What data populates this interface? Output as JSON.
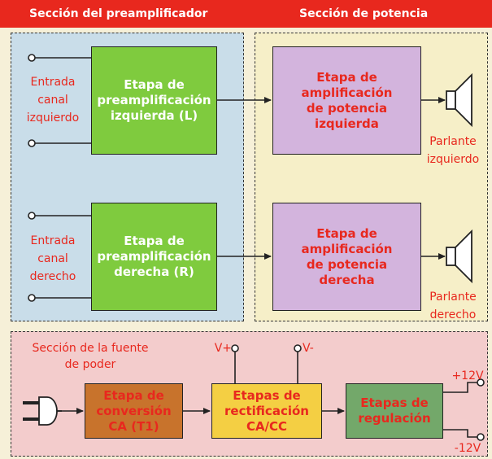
{
  "sections": {
    "preamp_title": "Sección del preamplificador",
    "power_title": "Sección de potencia",
    "psu_title_line1": "Sección de la fuente",
    "psu_title_line2": "de poder"
  },
  "inputs": {
    "left": [
      "Entrada",
      "canal",
      "izquierdo"
    ],
    "right": [
      "Entrada",
      "canal",
      "derecho"
    ]
  },
  "blocks": {
    "preamp_left": [
      "Etapa de",
      "preamplificación",
      "izquierda (L)"
    ],
    "preamp_right": [
      "Etapa de",
      "preamplificación",
      "derecha (R)"
    ],
    "power_left": [
      "Etapa de",
      "amplificación",
      "de potencia",
      "izquierda"
    ],
    "power_right": [
      "Etapa de",
      "amplificación",
      "de potencia",
      "derecha"
    ],
    "conversion": [
      "Etapa de",
      "conversión",
      "CA (T1)"
    ],
    "rectification": [
      "Etapas de",
      "rectificación",
      "CA/CC"
    ],
    "regulation": [
      "Etapas de",
      "regulación"
    ]
  },
  "speakers": {
    "left": [
      "Parlante",
      "izquierdo"
    ],
    "right": [
      "Parlante",
      "derecho"
    ]
  },
  "rails": {
    "v_plus": "V+",
    "v_minus": "V-",
    "out_plus": "+12V",
    "out_minus": "-12V"
  },
  "colors": {
    "header_band": "#e8281e",
    "preamp_bg": "#c9dde9",
    "power_bg": "#f6efc8",
    "psu_bg": "#f3cccc",
    "preamp_block": "#7fcb3e",
    "power_block": "#d3b4dd",
    "conversion_block": "#c8732c",
    "rectification_block": "#f4cf43",
    "regulation_block": "#73a86a",
    "label_red": "#e8281e"
  }
}
